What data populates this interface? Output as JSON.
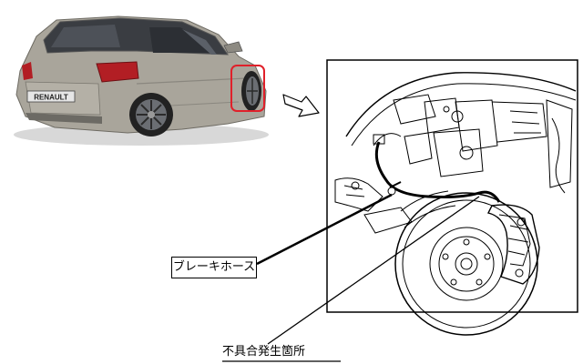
{
  "car": {
    "badge_text": "RENAULT",
    "body_color": "#a8a49a",
    "highlight_color": "#e0202a"
  },
  "callouts": {
    "brake_hose_label": "ブレーキホース",
    "failure_location_label": "不具合発生箇所"
  },
  "colors": {
    "line": "#000000",
    "frame": "#000000"
  }
}
